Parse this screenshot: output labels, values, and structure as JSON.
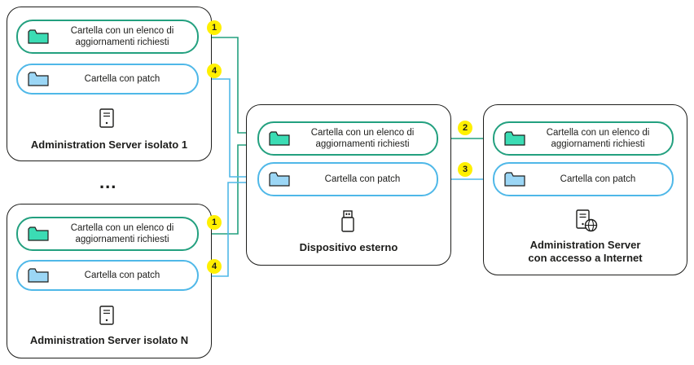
{
  "colors": {
    "green": "#23a07f",
    "green_fill": "#3bdcb4",
    "blue": "#4fb8e8",
    "blue_fill": "#9bd6f5",
    "badge": "#fff000",
    "border": "#1d1d1b"
  },
  "ellipsis": "...",
  "server1": {
    "title": "Administration Server isolato 1",
    "requests_folder": "Cartella con un elenco di aggiornamenti richiesti",
    "patch_folder": "Cartella con patch",
    "icon": "server-icon"
  },
  "serverN": {
    "title": "Administration Server isolato N",
    "requests_folder": "Cartella con un elenco di aggiornamenti richiesti",
    "patch_folder": "Cartella con patch",
    "icon": "server-icon"
  },
  "device": {
    "title": "Dispositivo esterno",
    "requests_folder": "Cartella con un elenco di aggiornamenti richiesti",
    "patch_folder": "Cartella con patch",
    "icon": "usb-drive-icon"
  },
  "internet_server": {
    "title_line1": "Administration Server",
    "title_line2": "con accesso a Internet",
    "requests_folder": "Cartella con un elenco di aggiornamenti richiesti",
    "patch_folder": "Cartella con patch",
    "icon": "internet-server-icon"
  },
  "steps": {
    "s1_top": "1",
    "s4_top": "4",
    "s2": "2",
    "s3": "3",
    "s1_bottom": "1",
    "s4_bottom": "4"
  }
}
